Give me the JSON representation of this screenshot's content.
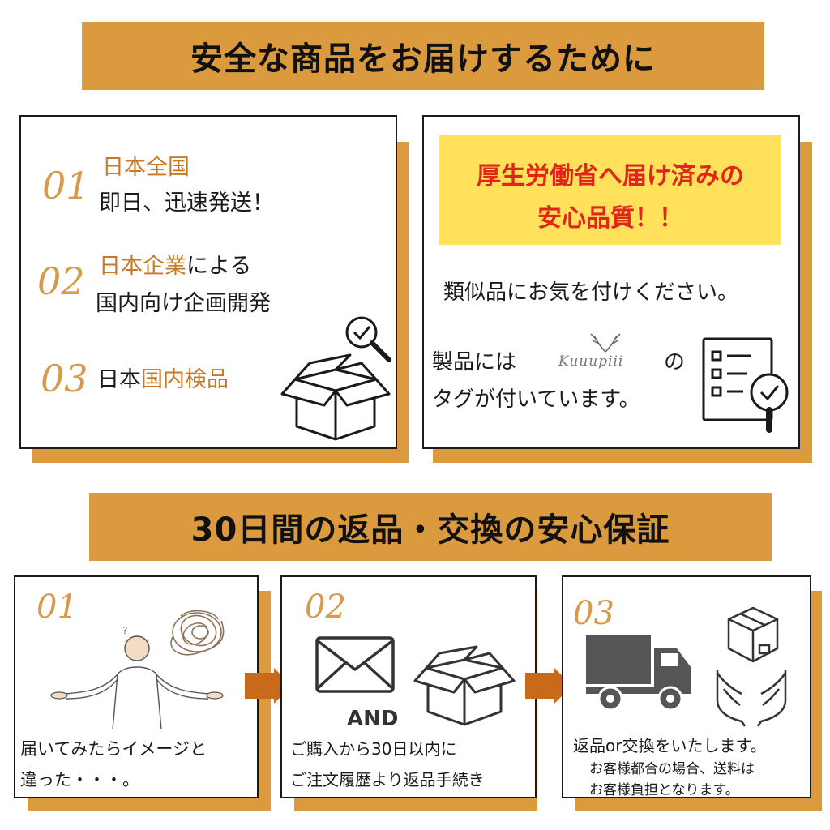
{
  "colors": {
    "accent": "#dc9a3e",
    "text_orange": "#c77a23",
    "number": "#d69a4a",
    "red": "#e0261b",
    "yellow": "#ffe15c",
    "arrow": "#c96a1a"
  },
  "top_banner": {
    "title": "安全な商品をお届けするために"
  },
  "left_card": {
    "item1": {
      "num": "01",
      "line1": "日本全国",
      "line2": "即日、迅速発送！"
    },
    "item2": {
      "num": "02",
      "line1_a": "日本企業",
      "line1_b": "による",
      "line2": "国内向け企画開発"
    },
    "item3": {
      "num": "03",
      "a": "日本",
      "b": "国内検品"
    }
  },
  "right_card": {
    "notice_line1": "厚生労働省へ届け済みの",
    "notice_line2": "安心品質！！",
    "warning": "類似品にお気を付けください。",
    "tag_a": "製品には",
    "brand": "Kuuupiii",
    "tag_b": "の",
    "tag_line2": "タグが付いています。"
  },
  "bottom_banner": {
    "title": "30日間の返品・交換の安心保証"
  },
  "step1": {
    "num": "01",
    "line1": "届いてみたらイメージと",
    "line2": "違った・・・。"
  },
  "step2": {
    "num": "02",
    "and": "AND",
    "line1": "ご購入から30日以内に",
    "line2": "ご注文履歴より返品手続き"
  },
  "step3": {
    "num": "03",
    "line1": "返品or交換をいたします。",
    "line2": "お客様都合の場合、送料は",
    "line3": "お客様負担となります。"
  },
  "icons": [
    "magnifier-check-icon",
    "box-icon",
    "checklist-icon",
    "antler-logo-icon",
    "confused-person-icon",
    "tangle-icon",
    "envelope-icon",
    "truck-icon",
    "hands-box-icon",
    "arrow-icon"
  ]
}
